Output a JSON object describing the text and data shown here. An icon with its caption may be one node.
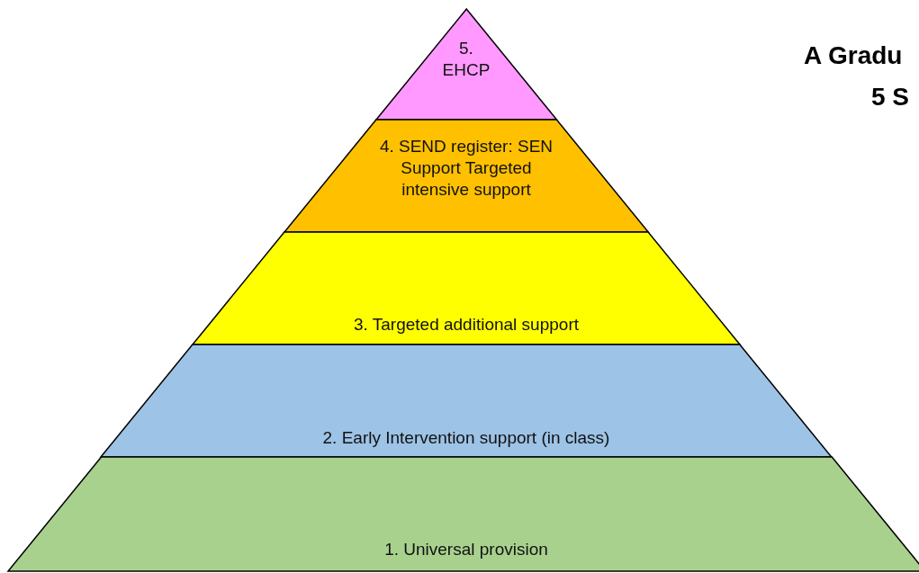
{
  "diagram": {
    "nodes": [
      {
        "text": [
          "5. EHCP"
        ]
      },
      {
        "text": [
          "4. SEND register: SEN Support Targeted intensive support"
        ]
      },
      {
        "text": [
          "3. Targeted additional support"
        ]
      },
      {
        "text": [
          "2. Early Intervention support (in class)"
        ]
      },
      {
        "text": [
          "1. Universal provision"
        ]
      }
    ],
    "labels": [
      "A Gradu",
      "5 S"
    ]
  }
}
